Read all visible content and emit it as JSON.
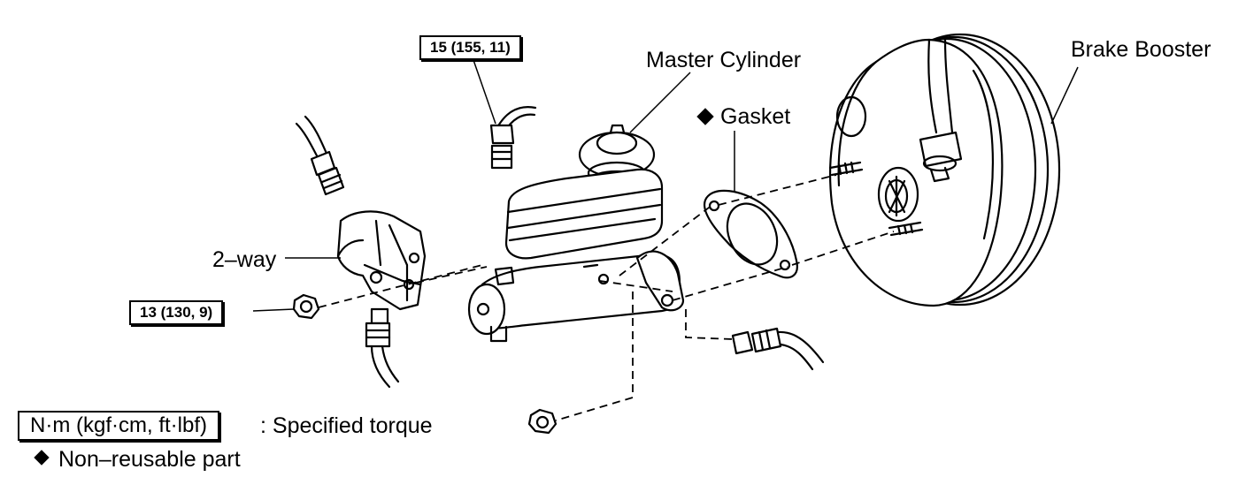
{
  "labels": {
    "master_cylinder": "Master Cylinder",
    "gasket": "Gasket",
    "brake_booster": "Brake Booster",
    "two_way": "2–way"
  },
  "torque_specs": {
    "upper": "15 (155, 11)",
    "left": "13 (130, 9)"
  },
  "legend": {
    "units_box": "N·m (kgf·cm, ft·lbf)",
    "units_text": ": Specified torque",
    "non_reusable_text": "Non–reusable part"
  },
  "icons": {
    "non_reusable_marker": "black-diamond-icon"
  }
}
